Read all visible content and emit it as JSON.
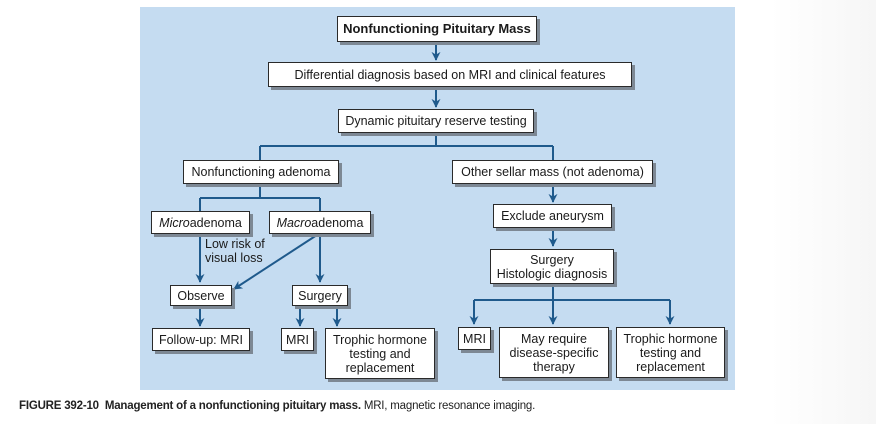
{
  "figure": {
    "nodes": {
      "root": "Nonfunctioning Pituitary Mass",
      "differential": "Differential diagnosis based on MRI and clinical features",
      "dynamic": "Dynamic pituitary reserve testing",
      "nf_adenoma": "Nonfunctioning adenoma",
      "other_sellar": "Other sellar mass (not adenoma)",
      "micro_prefix": "Micro",
      "micro_suffix": "adenoma",
      "macro_prefix": "Macro",
      "macro_suffix": "adenoma",
      "observe": "Observe",
      "surgery_left": "Surgery",
      "followup": "Follow-up: MRI",
      "mri_left": "MRI",
      "trophic_left": "Trophic hormone\ntesting and\nreplacement",
      "exclude": "Exclude aneurysm",
      "surgery_histo": "Surgery\nHistologic diagnosis",
      "mri_right": "MRI",
      "disease_specific": "May require\ndisease-specific\ntherapy",
      "trophic_right": "Trophic hormone\ntesting and\nreplacement"
    },
    "edge_labels": {
      "low_risk": "Low risk of\nvisual loss"
    },
    "colors": {
      "panel": "#c5dcf1",
      "connector": "#1f5a8c"
    }
  },
  "caption": {
    "label": "FIGURE 392-10",
    "title": "Management of a nonfunctioning pituitary mass.",
    "text": " MRI, magnetic resonance imaging."
  }
}
